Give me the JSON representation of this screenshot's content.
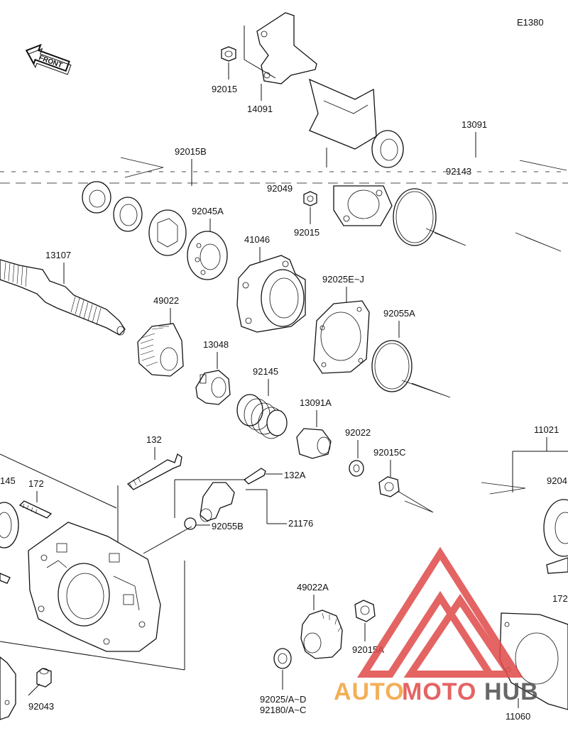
{
  "diagram": {
    "code": "E1380",
    "front_label": "FRONT",
    "labels": {
      "p92015_top": "92015",
      "p14091": "14091",
      "p13091": "13091",
      "p92015B": "92015B",
      "p92143": "92143",
      "p92045A": "92045A",
      "p41046": "41046",
      "p92049": "92049",
      "p92015_mid": "92015",
      "p13107": "13107",
      "p92025EJ": "92025E~J",
      "p49022": "49022",
      "p92055A": "92055A",
      "p13048": "13048",
      "p92145": "92145",
      "p13091A": "13091A",
      "p92022": "92022",
      "p92015C": "92015C",
      "p11021": "11021",
      "p132": "132",
      "p132A": "132A",
      "p172_left": "172",
      "p145": "145",
      "p92055B": "92055B",
      "p21176": "21176",
      "p92045_right": "9204",
      "p172_right": "172",
      "p49022A": "49022A",
      "p92015A": "92015A",
      "p92043": "92043",
      "p92025AD": "92025/A~D",
      "p92180AC": "92180/A~C",
      "p11060": "11060"
    }
  },
  "watermark": {
    "text_a": "AUTO",
    "text_b": "MOTO",
    "text_c": "HUB",
    "color_red": "#e04a4a",
    "color_orange": "#f2a23a",
    "color_grey": "#4d4d4d"
  }
}
